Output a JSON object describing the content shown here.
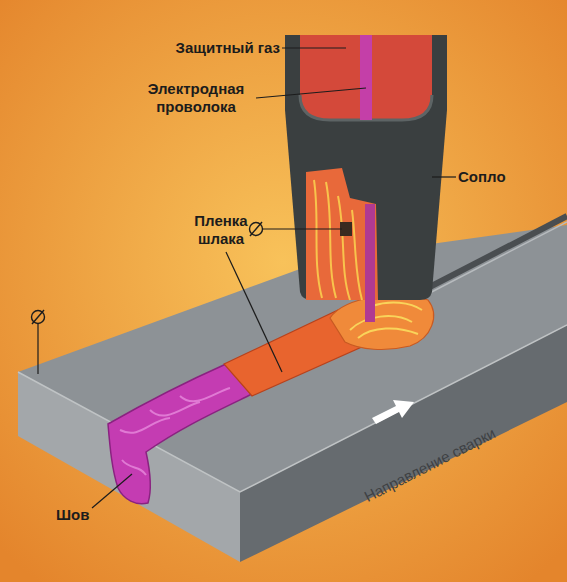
{
  "diagram": {
    "labels": [
      "Защитный газ",
      "Электродная проволока",
      "Сопло",
      "Пленка шлака",
      "Шов",
      "Направление сварки"
    ]
  }
}
